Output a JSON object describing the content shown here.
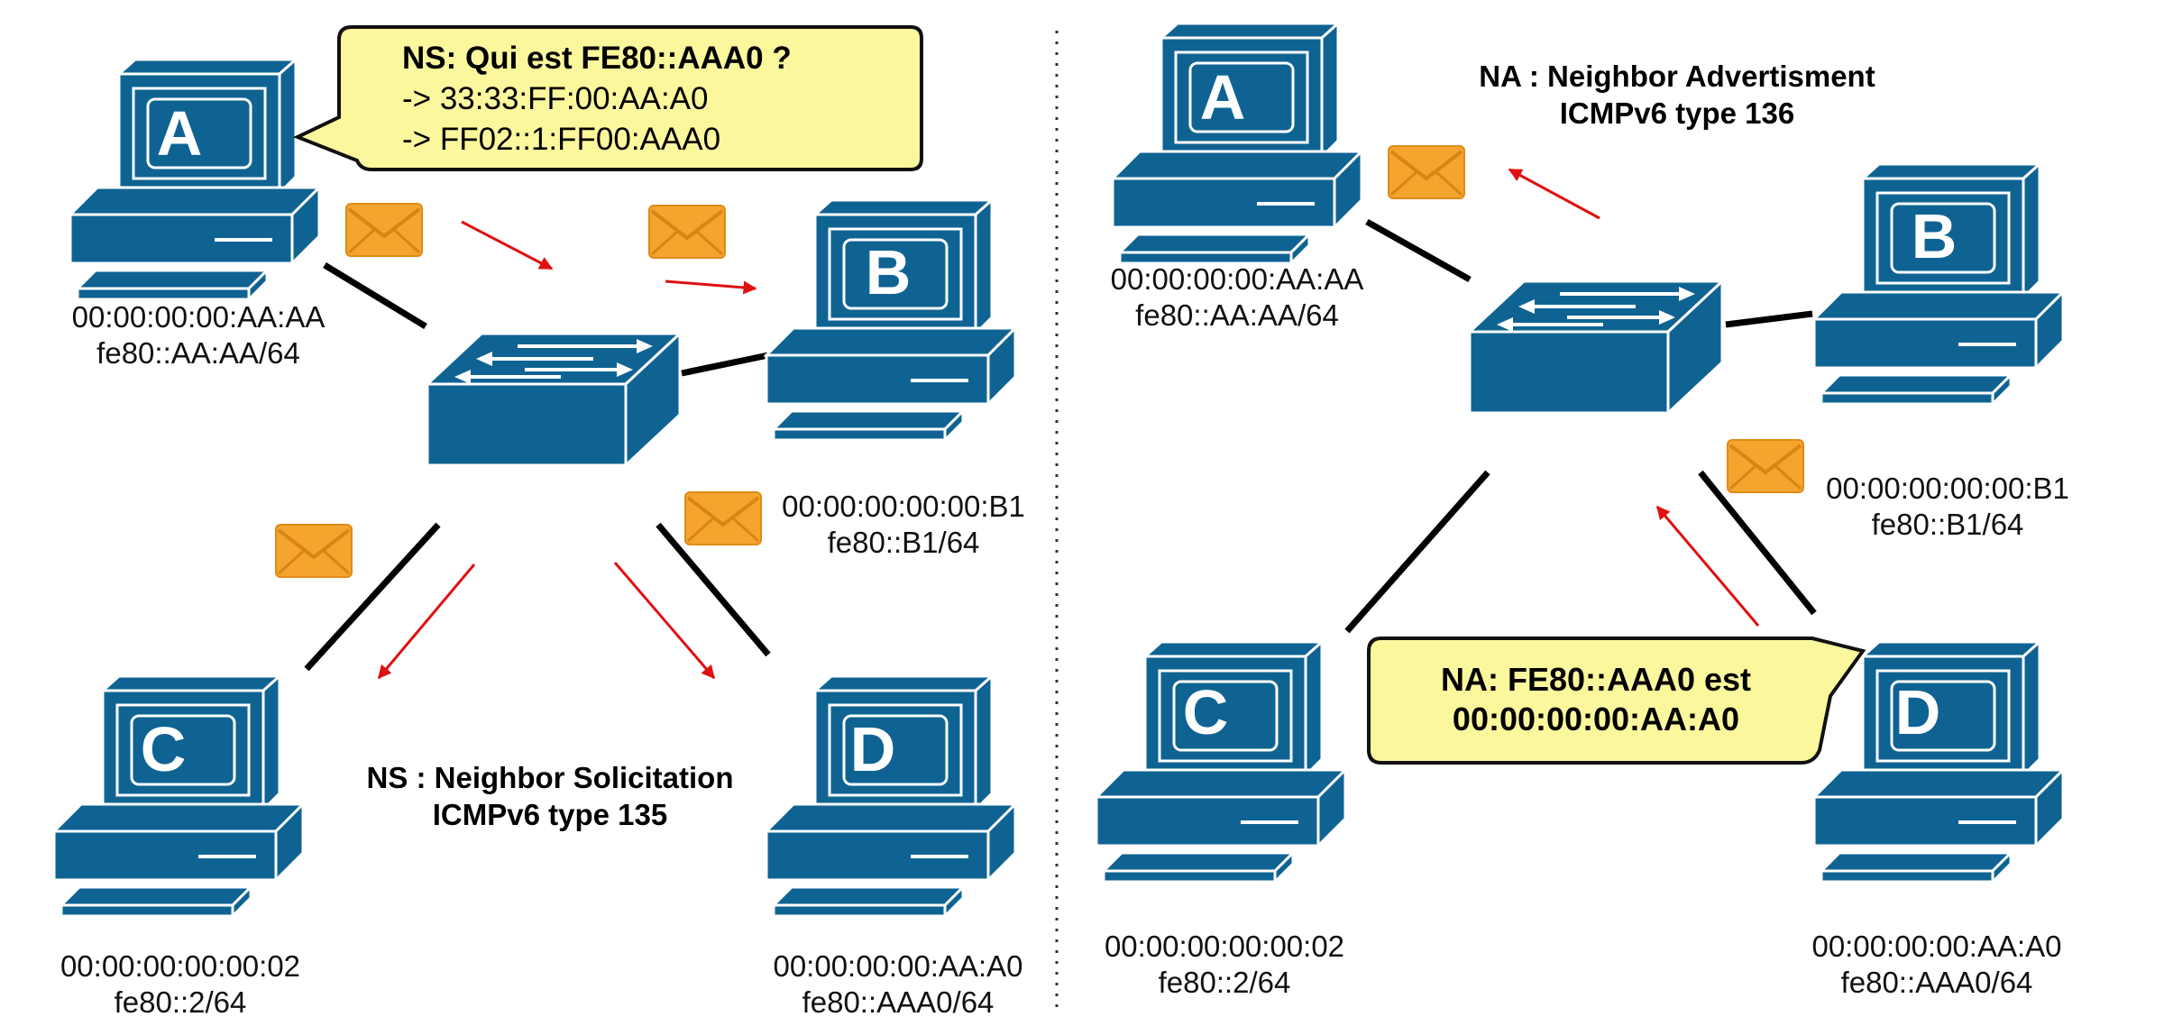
{
  "colors": {
    "device_blue": "#0f6393",
    "device_stroke": "#ffffff",
    "link": "#000000",
    "arrow": "#e01010",
    "bubble_fill": "#fbf79d",
    "bubble_stroke": "#111111",
    "envelope_fill": "#f3a52e",
    "envelope_dark": "#d98416",
    "divider": "#333333"
  },
  "icons": {
    "computer": "computer-icon",
    "switch": "switch-icon",
    "envelope": "envelope-icon",
    "arrow": "red-arrow"
  },
  "left_panel": {
    "hosts": {
      "A": {
        "letter": "A",
        "mac": "00:00:00:00:AA:AA",
        "ipv6": "fe80::AA:AA/64"
      },
      "B": {
        "letter": "B",
        "mac": "00:00:00:00:00:B1",
        "ipv6": "fe80::B1/64"
      },
      "C": {
        "letter": "C",
        "mac": "00:00:00:00:00:02",
        "ipv6": "fe80::2/64"
      },
      "D": {
        "letter": "D",
        "mac": "00:00:00:00:AA:A0",
        "ipv6": "fe80::AAA0/64"
      }
    },
    "bubble": {
      "line1": "NS: Qui est  FE80::AAA0 ?",
      "line2": "-> 33:33:FF:00:AA:A0",
      "line3": "-> FF02::1:FF00:AAA0"
    },
    "caption": {
      "line1": "NS : Neighbor Solicitation",
      "line2": "ICMPv6 type 135"
    }
  },
  "right_panel": {
    "hosts": {
      "A": {
        "letter": "A",
        "mac": "00:00:00:00:AA:AA",
        "ipv6": "fe80::AA:AA/64"
      },
      "B": {
        "letter": "B",
        "mac": "00:00:00:00:00:B1",
        "ipv6": "fe80::B1/64"
      },
      "C": {
        "letter": "C",
        "mac": "00:00:00:00:00:02",
        "ipv6": "fe80::2/64"
      },
      "D": {
        "letter": "D",
        "mac": "00:00:00:00:AA:A0",
        "ipv6": "fe80::AAA0/64"
      }
    },
    "bubble": {
      "line1": "NA: FE80::AAA0 est",
      "line2": "00:00:00:00:AA:A0"
    },
    "caption": {
      "line1": "NA : Neighbor Advertisment",
      "line2": "ICMPv6 type 136"
    }
  }
}
